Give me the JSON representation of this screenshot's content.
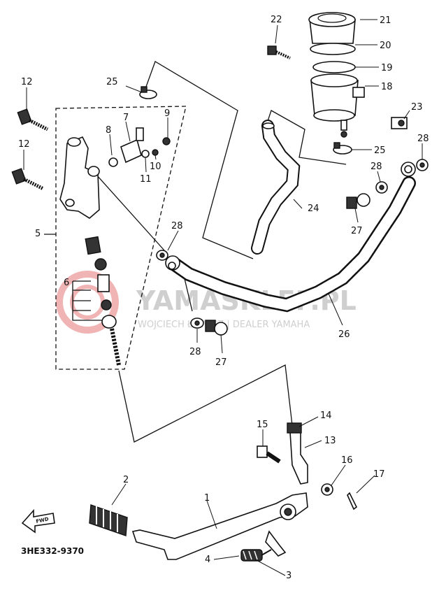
{
  "diagram_code": "3HE332-9370",
  "watermark": {
    "title": "YAMASKLEP.PL",
    "subtitle": "WOJCIECH ŁOWICZ | DEALER YAMAHA",
    "color": "#e8a0a0"
  },
  "forward_indicator": "FWD",
  "callouts": [
    {
      "id": "c1",
      "label": "1"
    },
    {
      "id": "c2",
      "label": "2"
    },
    {
      "id": "c3",
      "label": "3"
    },
    {
      "id": "c4",
      "label": "4"
    },
    {
      "id": "c5",
      "label": "5"
    },
    {
      "id": "c6",
      "label": "6"
    },
    {
      "id": "c7",
      "label": "7"
    },
    {
      "id": "c8",
      "label": "8"
    },
    {
      "id": "c9",
      "label": "9"
    },
    {
      "id": "c10",
      "label": "10"
    },
    {
      "id": "c11",
      "label": "11"
    },
    {
      "id": "c12a",
      "label": "12"
    },
    {
      "id": "c12b",
      "label": "12"
    },
    {
      "id": "c13",
      "label": "13"
    },
    {
      "id": "c14",
      "label": "14"
    },
    {
      "id": "c15",
      "label": "15"
    },
    {
      "id": "c16",
      "label": "16"
    },
    {
      "id": "c17",
      "label": "17"
    },
    {
      "id": "c18",
      "label": "18"
    },
    {
      "id": "c19",
      "label": "19"
    },
    {
      "id": "c20",
      "label": "20"
    },
    {
      "id": "c21",
      "label": "21"
    },
    {
      "id": "c22",
      "label": "22"
    },
    {
      "id": "c23",
      "label": "23"
    },
    {
      "id": "c24",
      "label": "24"
    },
    {
      "id": "c25a",
      "label": "25"
    },
    {
      "id": "c25b",
      "label": "25"
    },
    {
      "id": "c26",
      "label": "26"
    },
    {
      "id": "c27a",
      "label": "27"
    },
    {
      "id": "c27b",
      "label": "27"
    },
    {
      "id": "c28a",
      "label": "28"
    },
    {
      "id": "c28b",
      "label": "28"
    },
    {
      "id": "c28c",
      "label": "28"
    },
    {
      "id": "c28d",
      "label": "28"
    }
  ]
}
